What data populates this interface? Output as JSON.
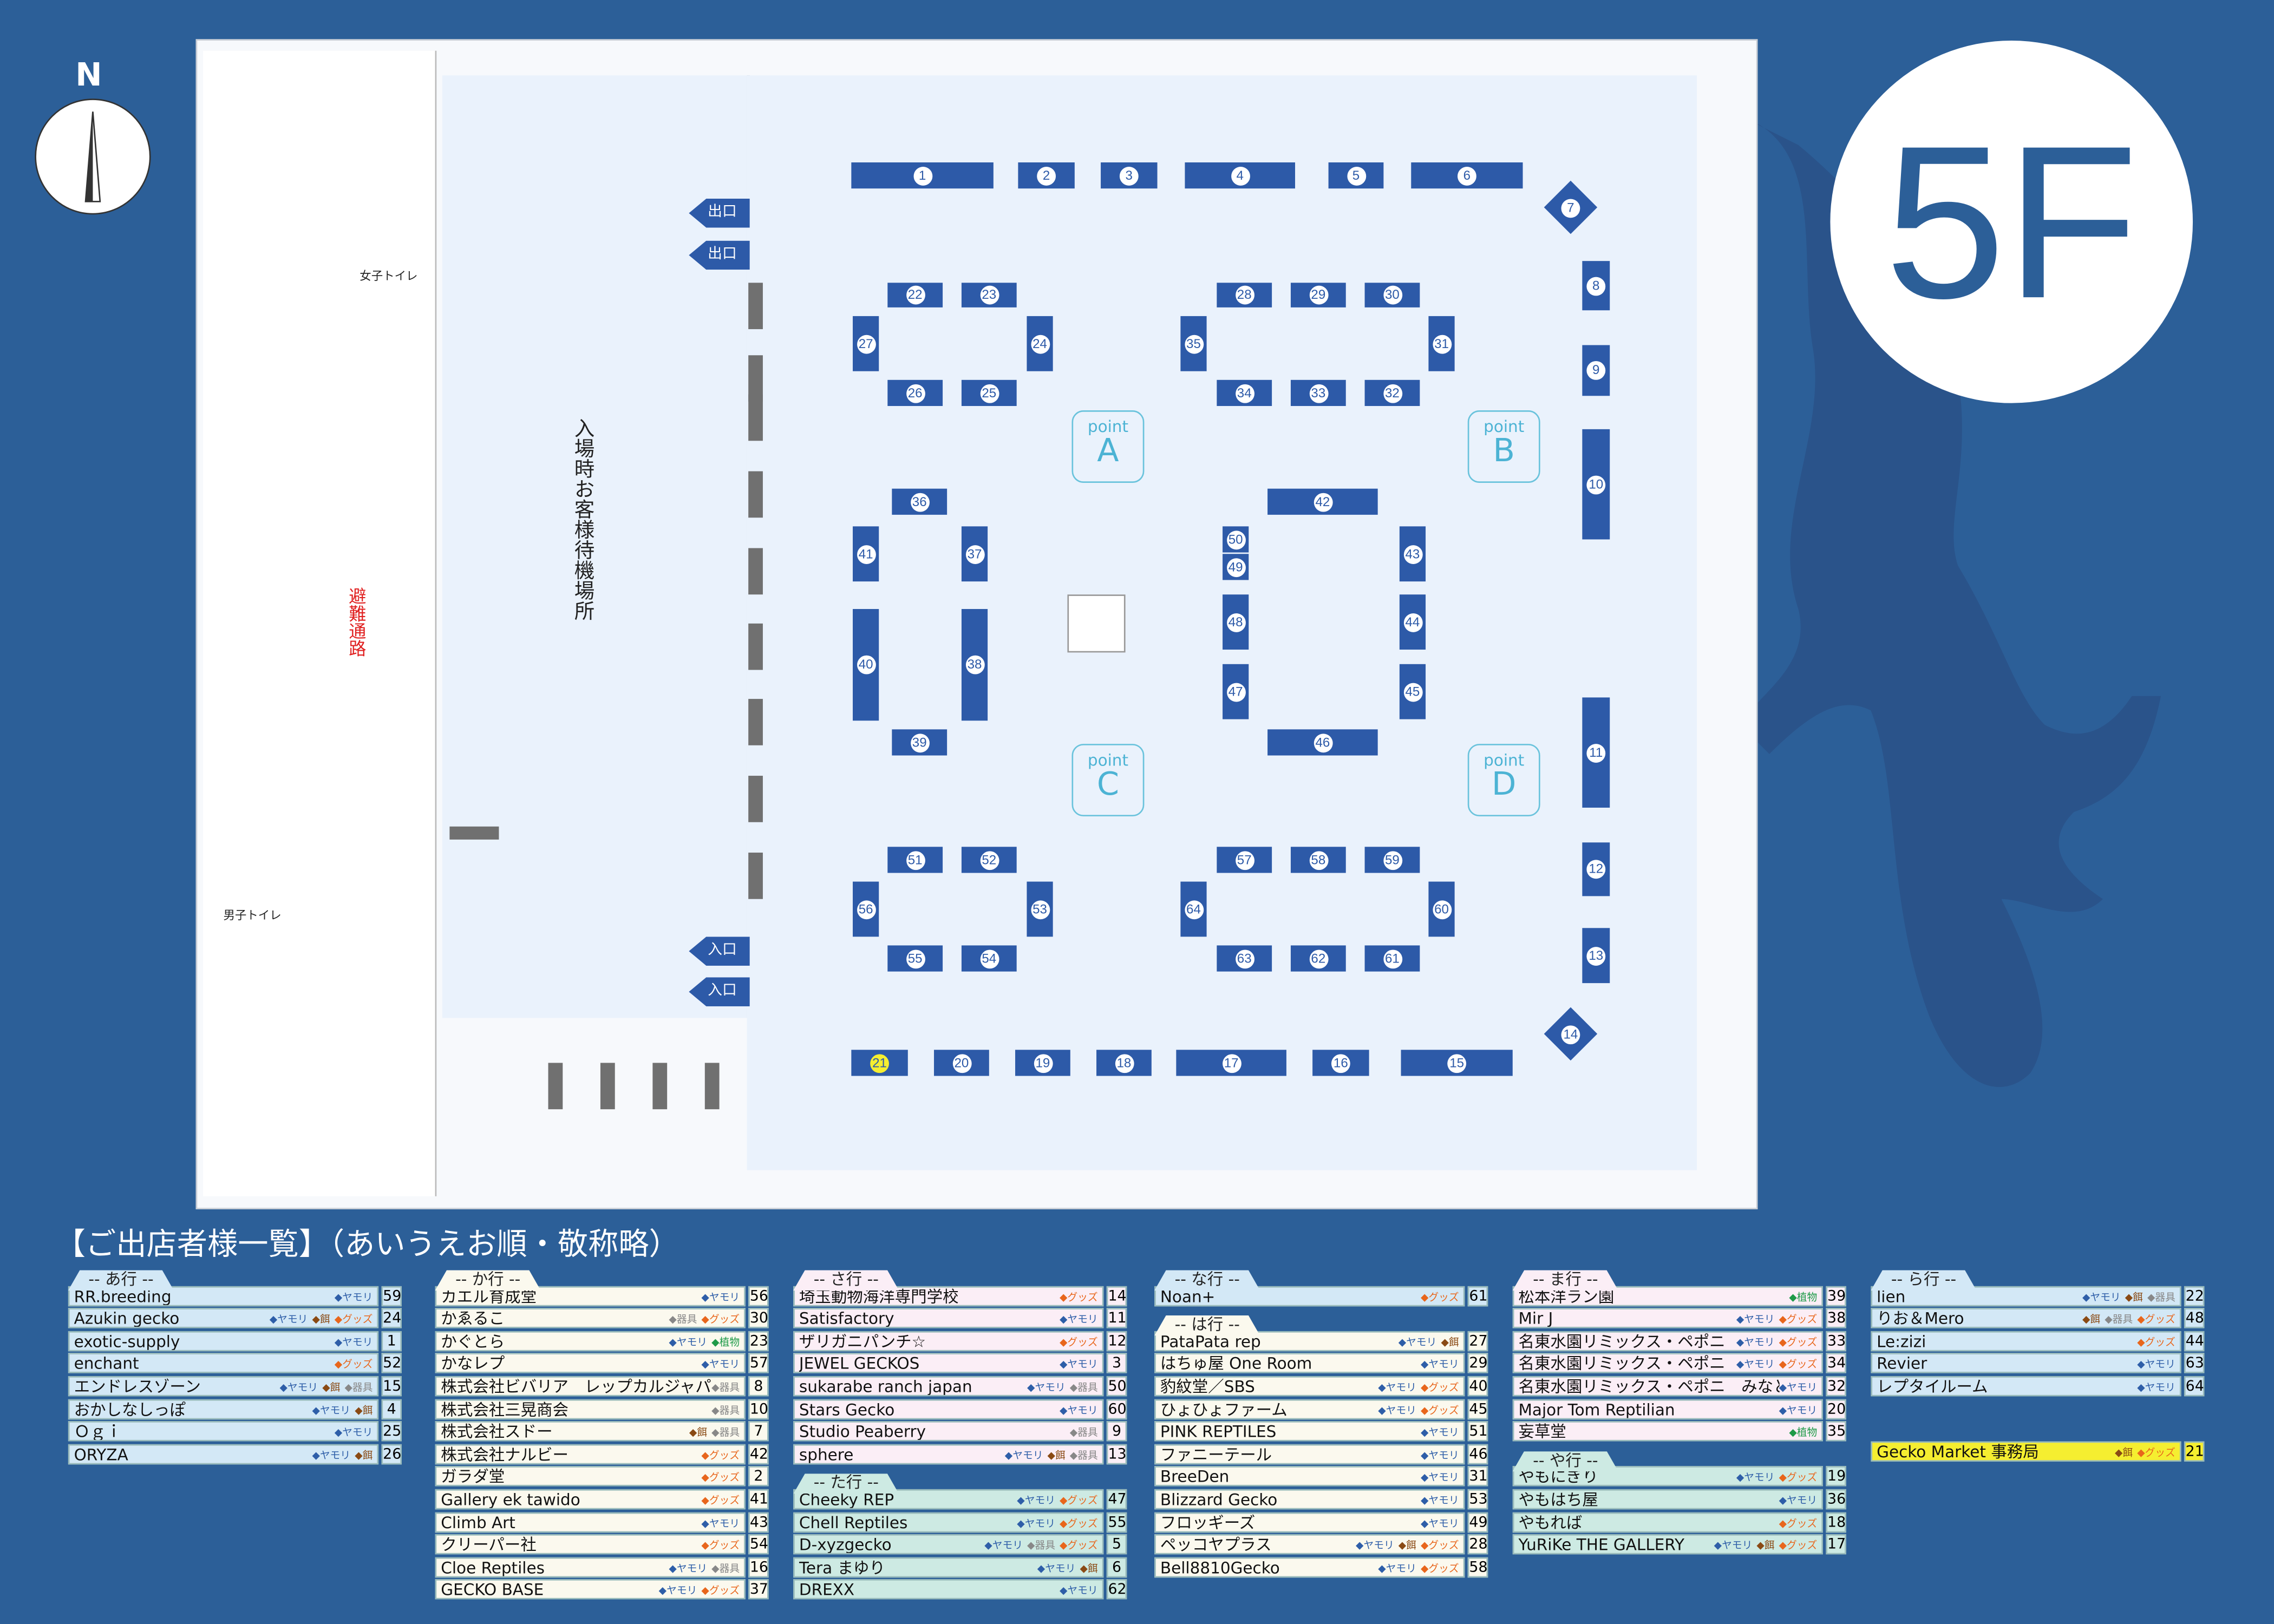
{
  "floor_label": "5F",
  "compass_label": "N",
  "map": {
    "waiting_area": "入場時お客様待機場所",
    "evacuation": "避難通路",
    "women_restroom": "女子トイレ",
    "men_restroom": "男子トイレ",
    "exits": [
      "出口",
      "出口"
    ],
    "entrances": [
      "入口",
      "入口"
    ],
    "points": [
      {
        "label": "point",
        "letter": "A"
      },
      {
        "label": "point",
        "letter": "B"
      },
      {
        "label": "point",
        "letter": "C"
      },
      {
        "label": "point",
        "letter": "D"
      }
    ],
    "booths": [
      1,
      2,
      3,
      4,
      5,
      6,
      7,
      8,
      9,
      10,
      11,
      12,
      13,
      14,
      15,
      16,
      17,
      18,
      19,
      20,
      21,
      22,
      23,
      24,
      25,
      26,
      27,
      28,
      29,
      30,
      31,
      32,
      33,
      34,
      35,
      36,
      37,
      38,
      39,
      40,
      41,
      42,
      43,
      44,
      45,
      46,
      47,
      48,
      49,
      50,
      51,
      52,
      53,
      54,
      55,
      56,
      57,
      58,
      59,
      60,
      61,
      62,
      63,
      64
    ],
    "highlight_booth": 21
  },
  "list_title": "【ご出店者様一覧】（あいうえお順・敬称略）",
  "tag_labels": {
    "yamori": "ヤモリ",
    "esa": "餌",
    "kigu": "器具",
    "goods": "グッズ",
    "shokubutsu": "植物"
  },
  "colors": {
    "blue": "#d3e8f6",
    "cream": "#fbf9ee",
    "pink": "#fbeef6",
    "mint": "#cdeae3",
    "yellow": "#f5ee30"
  },
  "columns": [
    [
      {
        "header": "-- あ行 --",
        "color": "blue",
        "rows": [
          {
            "name": "RR.breeding",
            "tags": [
              "yamori"
            ],
            "no": "59"
          },
          {
            "name": "Azukin gecko",
            "tags": [
              "yamori",
              "esa",
              "goods"
            ],
            "no": "24"
          },
          {
            "name": "exotic-supply",
            "tags": [
              "yamori"
            ],
            "no": "1"
          },
          {
            "name": "enchant",
            "tags": [
              "goods"
            ],
            "no": "52"
          },
          {
            "name": "エンドレスゾーン",
            "tags": [
              "yamori",
              "esa",
              "kigu"
            ],
            "no": "15"
          },
          {
            "name": "おかしなしっぽ",
            "tags": [
              "yamori",
              "esa"
            ],
            "no": "4"
          },
          {
            "name": "Ｏｇｉ",
            "tags": [
              "yamori"
            ],
            "no": "25"
          },
          {
            "name": "ORYZA",
            "tags": [
              "yamori",
              "esa"
            ],
            "no": "26"
          }
        ]
      }
    ],
    [
      {
        "header": "-- か行 --",
        "color": "cream",
        "rows": [
          {
            "name": "カエル育成堂",
            "tags": [
              "yamori"
            ],
            "no": "56"
          },
          {
            "name": "かゑるこ",
            "tags": [
              "kigu",
              "goods"
            ],
            "no": "30"
          },
          {
            "name": "かぐとら",
            "tags": [
              "yamori",
              "shokubutsu"
            ],
            "no": "23"
          },
          {
            "name": "かなレプ",
            "tags": [
              "yamori"
            ],
            "no": "57"
          },
          {
            "name": "株式会社ビバリア　レップカルジャパン",
            "tags": [
              "kigu"
            ],
            "no": "8"
          },
          {
            "name": "株式会社三晃商会",
            "tags": [
              "kigu"
            ],
            "no": "10"
          },
          {
            "name": "株式会社スドー",
            "tags": [
              "esa",
              "kigu"
            ],
            "no": "7"
          },
          {
            "name": "株式会社ナルビー",
            "tags": [
              "goods"
            ],
            "no": "42"
          },
          {
            "name": "ガラダ堂",
            "tags": [
              "goods"
            ],
            "no": "2"
          },
          {
            "name": "Gallery ek tawido",
            "tags": [
              "goods"
            ],
            "no": "41"
          },
          {
            "name": "Climb Art",
            "tags": [
              "yamori"
            ],
            "no": "43"
          },
          {
            "name": "クリーパー社",
            "tags": [
              "goods"
            ],
            "no": "54"
          },
          {
            "name": "Cloe Reptiles",
            "tags": [
              "yamori",
              "kigu"
            ],
            "no": "16"
          },
          {
            "name": "GECKO BASE",
            "tags": [
              "yamori",
              "goods"
            ],
            "no": "37"
          }
        ]
      }
    ],
    [
      {
        "header": "-- さ行 --",
        "color": "pink",
        "rows": [
          {
            "name": "埼玉動物海洋専門学校",
            "tags": [
              "goods"
            ],
            "no": "14"
          },
          {
            "name": "Satisfactory",
            "tags": [
              "yamori"
            ],
            "no": "11"
          },
          {
            "name": "ザリガニパンチ☆",
            "tags": [
              "goods"
            ],
            "no": "12"
          },
          {
            "name": "JEWEL GECKOS",
            "tags": [
              "yamori"
            ],
            "no": "3"
          },
          {
            "name": "sukarabe ranch japan",
            "tags": [
              "yamori",
              "kigu"
            ],
            "no": "50"
          },
          {
            "name": "Stars Gecko",
            "tags": [
              "yamori"
            ],
            "no": "60"
          },
          {
            "name": "Studio Peaberry",
            "tags": [
              "kigu"
            ],
            "no": "9"
          },
          {
            "name": "sphere",
            "tags": [
              "yamori",
              "esa",
              "kigu"
            ],
            "no": "13"
          }
        ]
      },
      {
        "header": "-- た行 --",
        "color": "mint",
        "rows": [
          {
            "name": "Cheeky REP",
            "tags": [
              "yamori",
              "goods"
            ],
            "no": "47"
          },
          {
            "name": "Chell Reptiles",
            "tags": [
              "yamori",
              "goods"
            ],
            "no": "55"
          },
          {
            "name": "D-xyzgecko",
            "tags": [
              "yamori",
              "kigu",
              "goods"
            ],
            "no": "5"
          },
          {
            "name": "Tera まゆり",
            "tags": [
              "yamori",
              "esa"
            ],
            "no": "6"
          },
          {
            "name": "DREXX",
            "tags": [
              "yamori"
            ],
            "no": "62"
          }
        ]
      }
    ],
    [
      {
        "header": "-- な行 --",
        "color": "blue",
        "rows": [
          {
            "name": "Noan+",
            "tags": [
              "goods"
            ],
            "no": "61"
          }
        ]
      },
      {
        "header": "-- は行 --",
        "color": "cream",
        "rows": [
          {
            "name": "PataPata rep",
            "tags": [
              "yamori",
              "esa"
            ],
            "no": "27"
          },
          {
            "name": "はちゅ屋 One Room",
            "tags": [
              "yamori"
            ],
            "no": "29"
          },
          {
            "name": "豹紋堂／SBS",
            "tags": [
              "yamori",
              "goods"
            ],
            "no": "40"
          },
          {
            "name": "ひょひょファーム",
            "tags": [
              "yamori",
              "goods"
            ],
            "no": "45"
          },
          {
            "name": "PINK REPTILES",
            "tags": [
              "yamori"
            ],
            "no": "51"
          },
          {
            "name": "ファニーテール",
            "tags": [
              "yamori"
            ],
            "no": "46"
          },
          {
            "name": "BreeDen",
            "tags": [
              "yamori"
            ],
            "no": "31"
          },
          {
            "name": "Blizzard Gecko",
            "tags": [
              "yamori"
            ],
            "no": "53"
          },
          {
            "name": "フロッギーズ",
            "tags": [
              "yamori"
            ],
            "no": "49"
          },
          {
            "name": "ペッコヤプラス",
            "tags": [
              "yamori",
              "esa",
              "goods"
            ],
            "no": "28"
          },
          {
            "name": "Bell8810Gecko",
            "tags": [
              "yamori",
              "goods"
            ],
            "no": "58"
          }
        ]
      }
    ],
    [
      {
        "header": "-- ま行 --",
        "color": "pink",
        "rows": [
          {
            "name": "松本洋ラン園",
            "tags": [
              "shokubutsu"
            ],
            "no": "39"
          },
          {
            "name": "Mir J",
            "tags": [
              "yamori",
              "goods"
            ],
            "no": "38"
          },
          {
            "name": "名東水園リミックス・ペポニ　春日井店",
            "tags": [
              "yamori",
              "goods"
            ],
            "no": "33"
          },
          {
            "name": "名東水園リミックス・ペポニ　名古屋インター店",
            "tags": [
              "yamori",
              "goods"
            ],
            "no": "34"
          },
          {
            "name": "名東水園リミックス・ペポニ　みなと店",
            "tags": [
              "yamori"
            ],
            "no": "32"
          },
          {
            "name": "Major Tom Reptilian",
            "tags": [
              "yamori"
            ],
            "no": "20"
          },
          {
            "name": "妄草堂",
            "tags": [
              "shokubutsu"
            ],
            "no": "35"
          }
        ]
      },
      {
        "header": "-- や行 --",
        "color": "mint",
        "rows": [
          {
            "name": "やもにぎり",
            "tags": [
              "yamori",
              "goods"
            ],
            "no": "19"
          },
          {
            "name": "やもはち屋",
            "tags": [
              "yamori"
            ],
            "no": "36"
          },
          {
            "name": "やもれば",
            "tags": [
              "goods"
            ],
            "no": "18"
          },
          {
            "name": "YuRiKe THE GALLERY",
            "tags": [
              "yamori",
              "esa",
              "goods"
            ],
            "no": "17"
          }
        ]
      }
    ],
    [
      {
        "header": "-- ら行 --",
        "color": "blue",
        "rows": [
          {
            "name": "lien",
            "tags": [
              "yamori",
              "esa",
              "kigu"
            ],
            "no": "22"
          },
          {
            "name": "りお＆Mero",
            "tags": [
              "esa",
              "kigu",
              "goods"
            ],
            "no": "48"
          },
          {
            "name": "Le:zizi",
            "tags": [
              "goods"
            ],
            "no": "44"
          },
          {
            "name": "Revier",
            "tags": [
              "yamori"
            ],
            "no": "63"
          },
          {
            "name": "レプタイルーム",
            "tags": [
              "yamori"
            ],
            "no": "64"
          }
        ]
      },
      {
        "spacer": true,
        "color": "yellow",
        "rows": [
          {
            "name": "Gecko Market 事務局",
            "tags": [
              "esa",
              "goods"
            ],
            "no": "21"
          }
        ]
      }
    ]
  ]
}
